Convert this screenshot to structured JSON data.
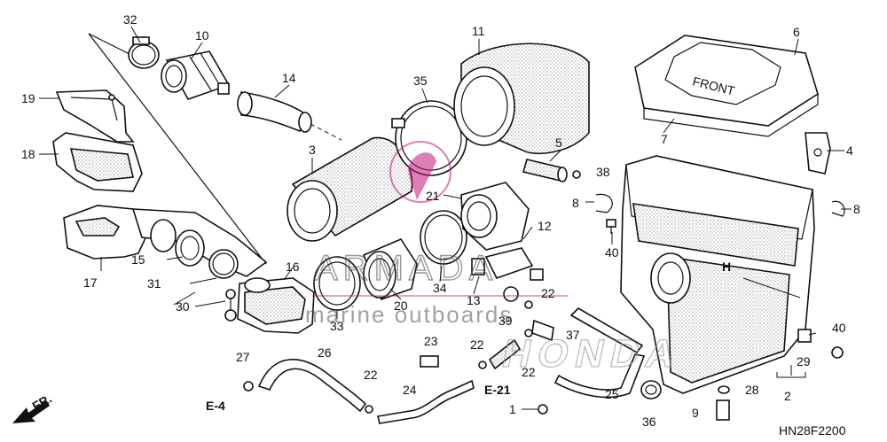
{
  "callouts": [
    "1",
    "2",
    "3",
    "4",
    "5",
    "6",
    "7",
    "8",
    "9",
    "10",
    "11",
    "12",
    "13",
    "14",
    "15",
    "16",
    "17",
    "18",
    "19",
    "20",
    "21",
    "22",
    "23",
    "24",
    "25",
    "26",
    "27",
    "28",
    "29",
    "30",
    "31",
    "32",
    "33",
    "34",
    "35",
    "36",
    "37",
    "38",
    "39",
    "40"
  ],
  "refs": {
    "e4": "E-4",
    "e21": "E-21"
  },
  "direction": "FR.",
  "drawing_code": "HN28F2200",
  "watermark": {
    "brand": "ARMADA",
    "tagline": "marine outboards"
  },
  "lid_embossed": "FRONT",
  "box_letter": "H",
  "logo_text": "HONDA"
}
